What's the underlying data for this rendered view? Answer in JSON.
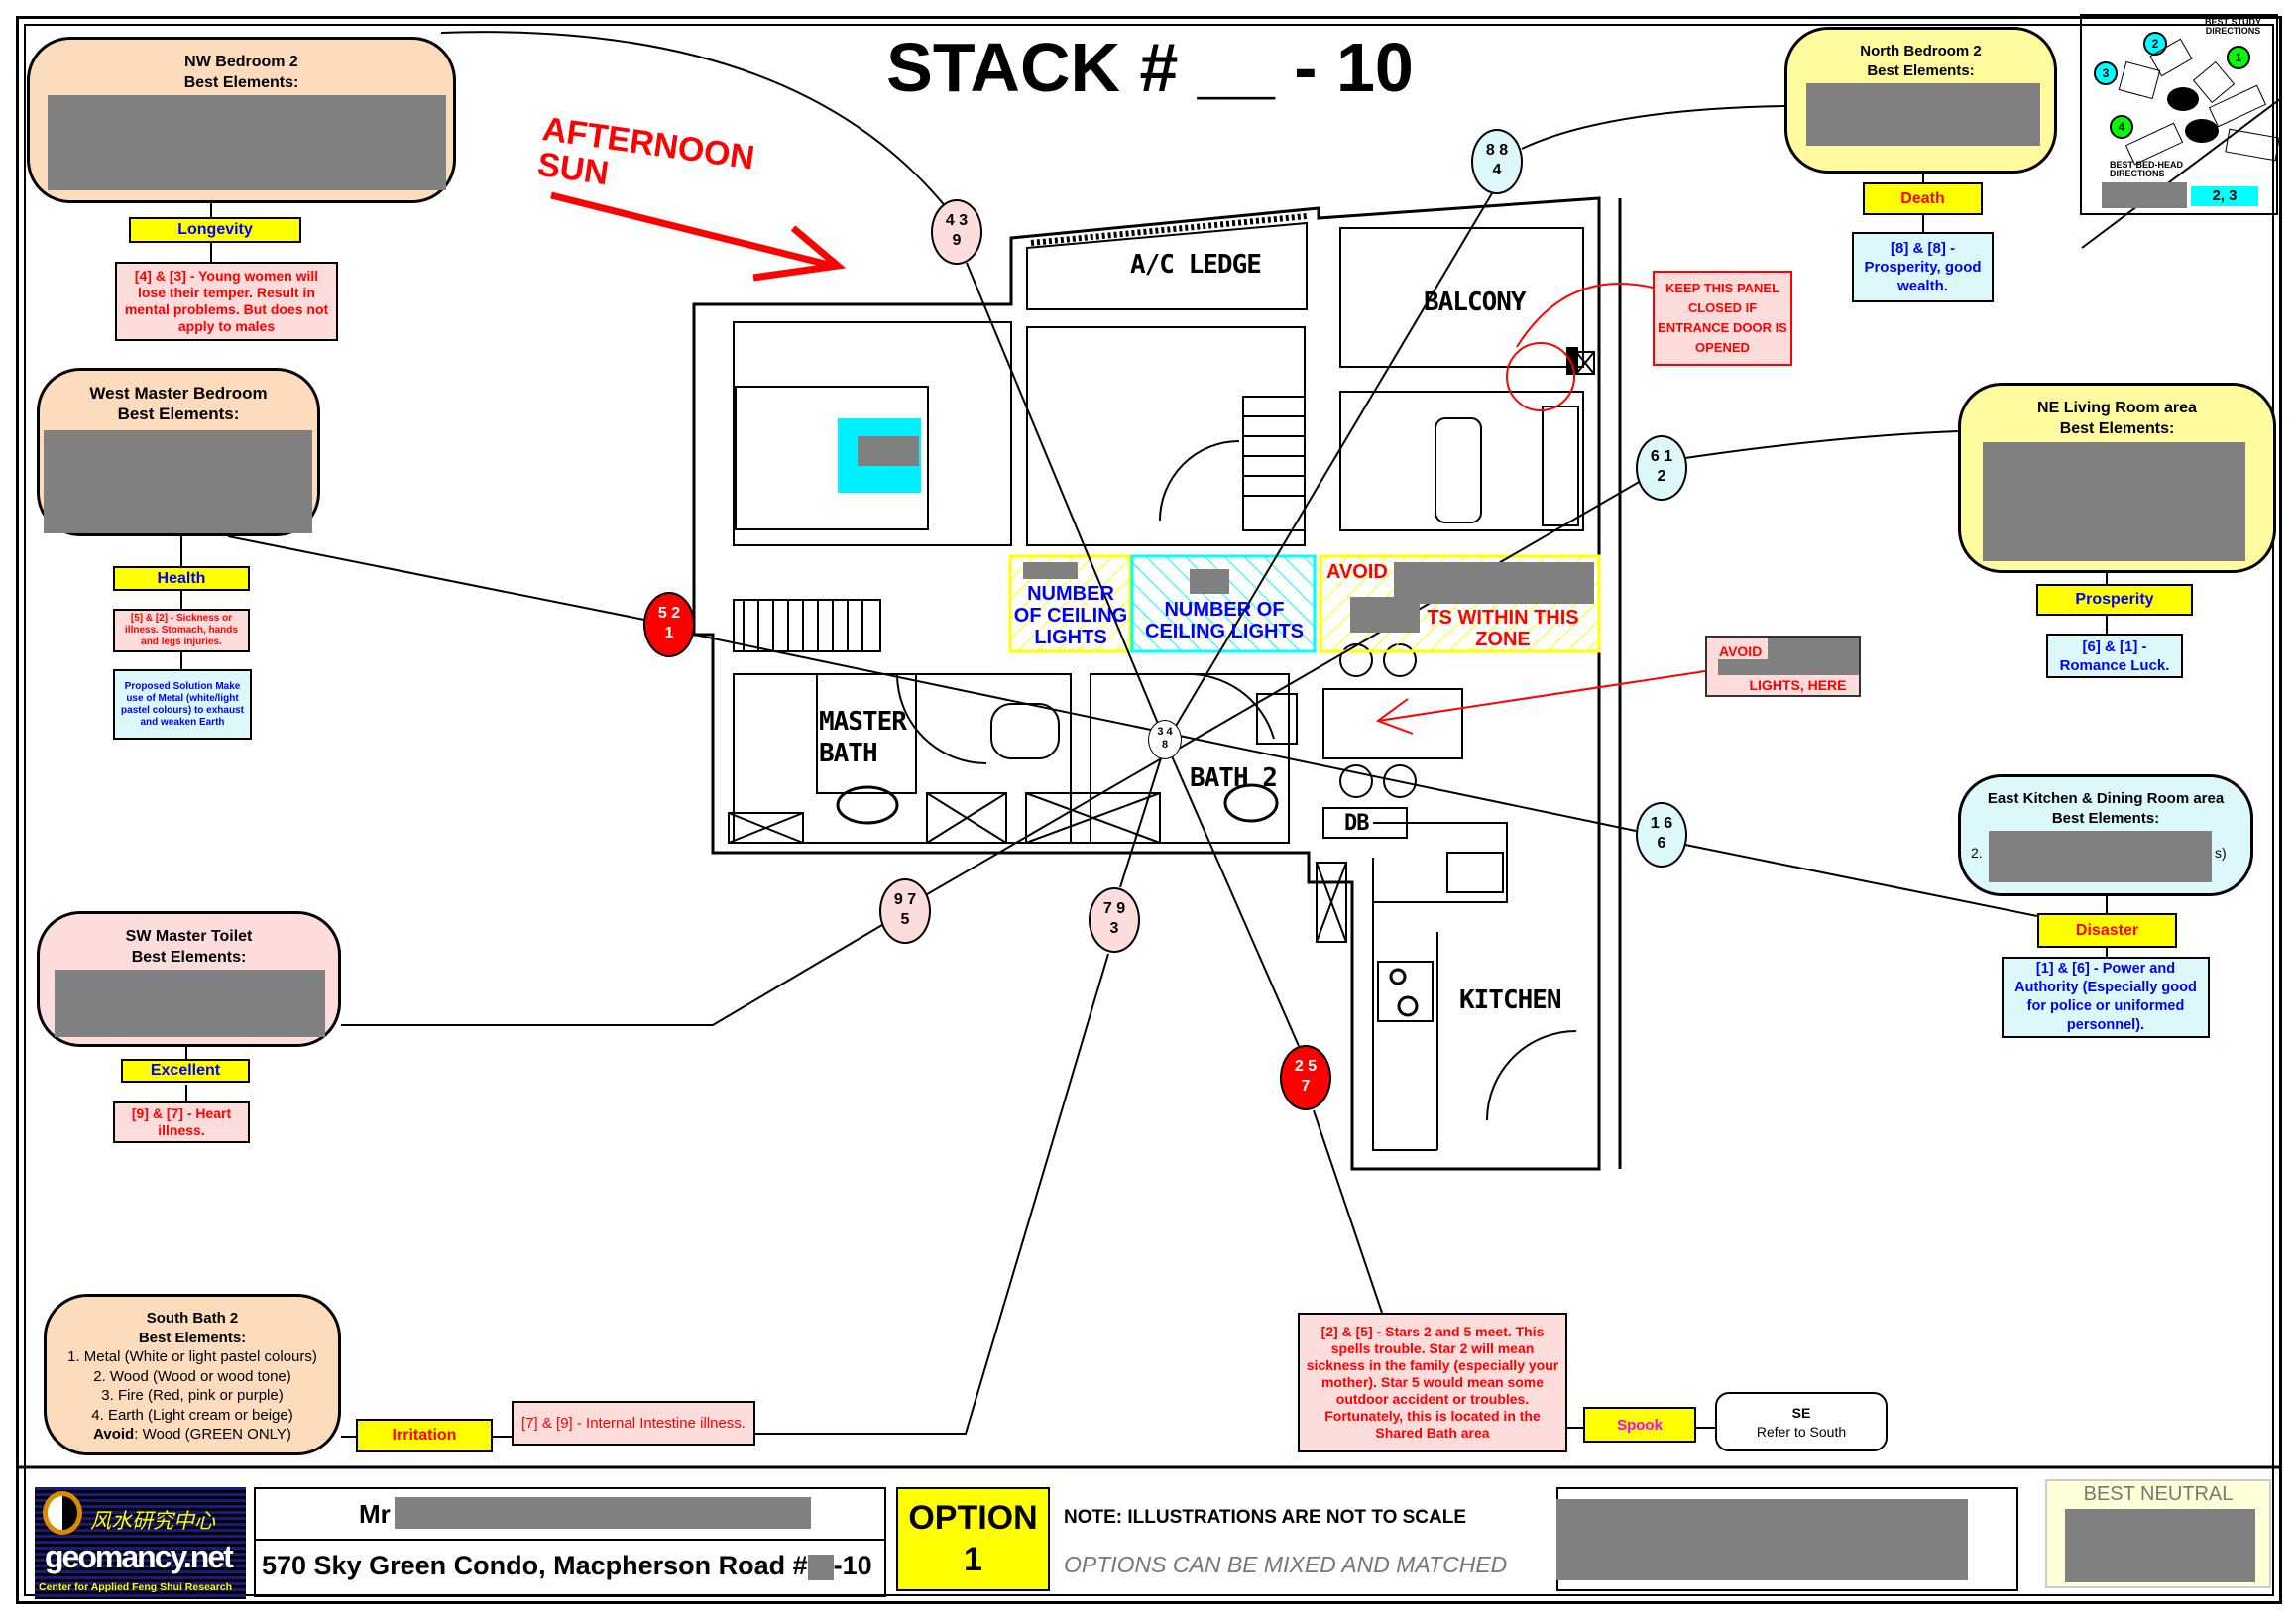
{
  "title": "STACK # __ - 10",
  "afternoon_sun": [
    "AFTERNOON",
    "SUN"
  ],
  "rooms": {
    "nw_bedroom": {
      "title": "NW Bedroom 2",
      "subtitle": "Best Elements:",
      "tag": "Longevity",
      "note": "[4] & [3] - Young women will lose their temper. Result in mental problems. But does not apply to males"
    },
    "west_master": {
      "title": "West Master Bedroom",
      "subtitle": "Best Elements:",
      "tag": "Health",
      "note": "[5] & [2] - Sickness or illness. Stomach, hands and legs injuries.",
      "solution": "Proposed Solution Make use of Metal (white/light pastel colours) to exhaust and weaken Earth"
    },
    "sw_toilet": {
      "title": "SW Master Toilet",
      "subtitle": "Best Elements:",
      "tag": "Excellent",
      "note": "[9] & [7] - Heart illness."
    },
    "south_bath": {
      "title": "South Bath 2",
      "subtitle": "Best Elements:",
      "items": [
        "1. Metal (White or light pastel colours)",
        "2. Wood (Wood or wood tone)",
        "3. Fire (Red, pink or purple)",
        "4. Earth (Light cream or beige)"
      ],
      "avoid_label": "Avoid",
      "avoid_value": ": Wood (GREEN ONLY)",
      "tag": "Irritation",
      "note": "[7] & [9] - Internal Intestine illness."
    },
    "south_east": {
      "note": "[2] & [5] - Stars 2 and 5 meet. This spells trouble. Star 2 will mean sickness in the family (especially your mother). Star 5 would mean some outdoor accident or troubles. Fortunately, this is located in the Shared Bath area",
      "tag": "Spook",
      "box_title": "SE",
      "box_text": "Refer to South"
    },
    "north_bedroom": {
      "title": "North Bedroom 2",
      "subtitle": "Best Elements:",
      "tag": "Death",
      "note": "[8] & [8] - Prosperity, good wealth."
    },
    "ne_living": {
      "title": "NE Living Room area",
      "subtitle": "Best Elements:",
      "tag": "Prosperity",
      "note": "[6] & [1] - Romance Luck."
    },
    "east_kitchen": {
      "title": "East  Kitchen & Dining Room area",
      "subtitle": "Best Elements:",
      "line_prefix": "2.",
      "line_suffix": "s)",
      "tag": "Disaster",
      "note": "[1] & [6] - Power and Authority (Especially good for police or uniformed personnel)."
    }
  },
  "directions": {
    "study_title": "BEST STUDY DIRECTIONS",
    "bed_title": "BEST BED-HEAD DIRECTIONS",
    "numbers": [
      "1",
      "2",
      "3",
      "4"
    ],
    "value": "2, 3"
  },
  "panel_note": "KEEP THIS PANEL CLOSED IF ENTRANCE DOOR IS OPENED",
  "avoid_note": {
    "line1": "AVOID",
    "line2": "LIGHTS, HERE"
  },
  "zones": {
    "left": "NUMBER OF CEILING LIGHTS",
    "middle": "NUMBER OF CEILING LIGHTS",
    "right_avoid": "AVOID",
    "right_text": "TS WITHIN THIS ZONE"
  },
  "plan_labels": {
    "ac_ledge": "A/C LEDGE",
    "balcony": "BALCONY",
    "master_bath": "MASTER BATH",
    "bath2": "BATH 2",
    "db": "DB",
    "kitchen": "KITCHEN"
  },
  "stars": [
    {
      "top": "4 3",
      "bottom": "9",
      "fill": "#fddcdc"
    },
    {
      "top": "8 8",
      "bottom": "4",
      "fill": "#ddf8fb"
    },
    {
      "top": "6 1",
      "bottom": "2",
      "fill": "#ddf8fb"
    },
    {
      "top": "5 2",
      "bottom": "1",
      "fill": "#ff0000"
    },
    {
      "top": "3 4",
      "bottom": "8",
      "fill": "#ffffff"
    },
    {
      "top": "1 6",
      "bottom": "6",
      "fill": "#ddf8fb"
    },
    {
      "top": "9 7",
      "bottom": "5",
      "fill": "#fddcdc"
    },
    {
      "top": "7 9",
      "bottom": "3",
      "fill": "#fddcdc"
    },
    {
      "top": "2 5",
      "bottom": "7",
      "fill": "#ff0000"
    }
  ],
  "footer": {
    "logo_cn": "风水研究中心",
    "logo_name": "geomancy.net",
    "logo_tagline": "Center for Applied Feng Shui Research",
    "name_prefix": "Mr",
    "address_prefix": "570 Sky Green Condo, Macpherson Road #",
    "address_suffix": "-10",
    "option_label": "OPTION",
    "option_number": "1",
    "note": "NOTE: ILLUSTRATIONS ARE NOT TO SCALE",
    "options_note": "OPTIONS CAN BE MIXED AND MATCHED",
    "best_neutral": "BEST NEUTRAL"
  }
}
